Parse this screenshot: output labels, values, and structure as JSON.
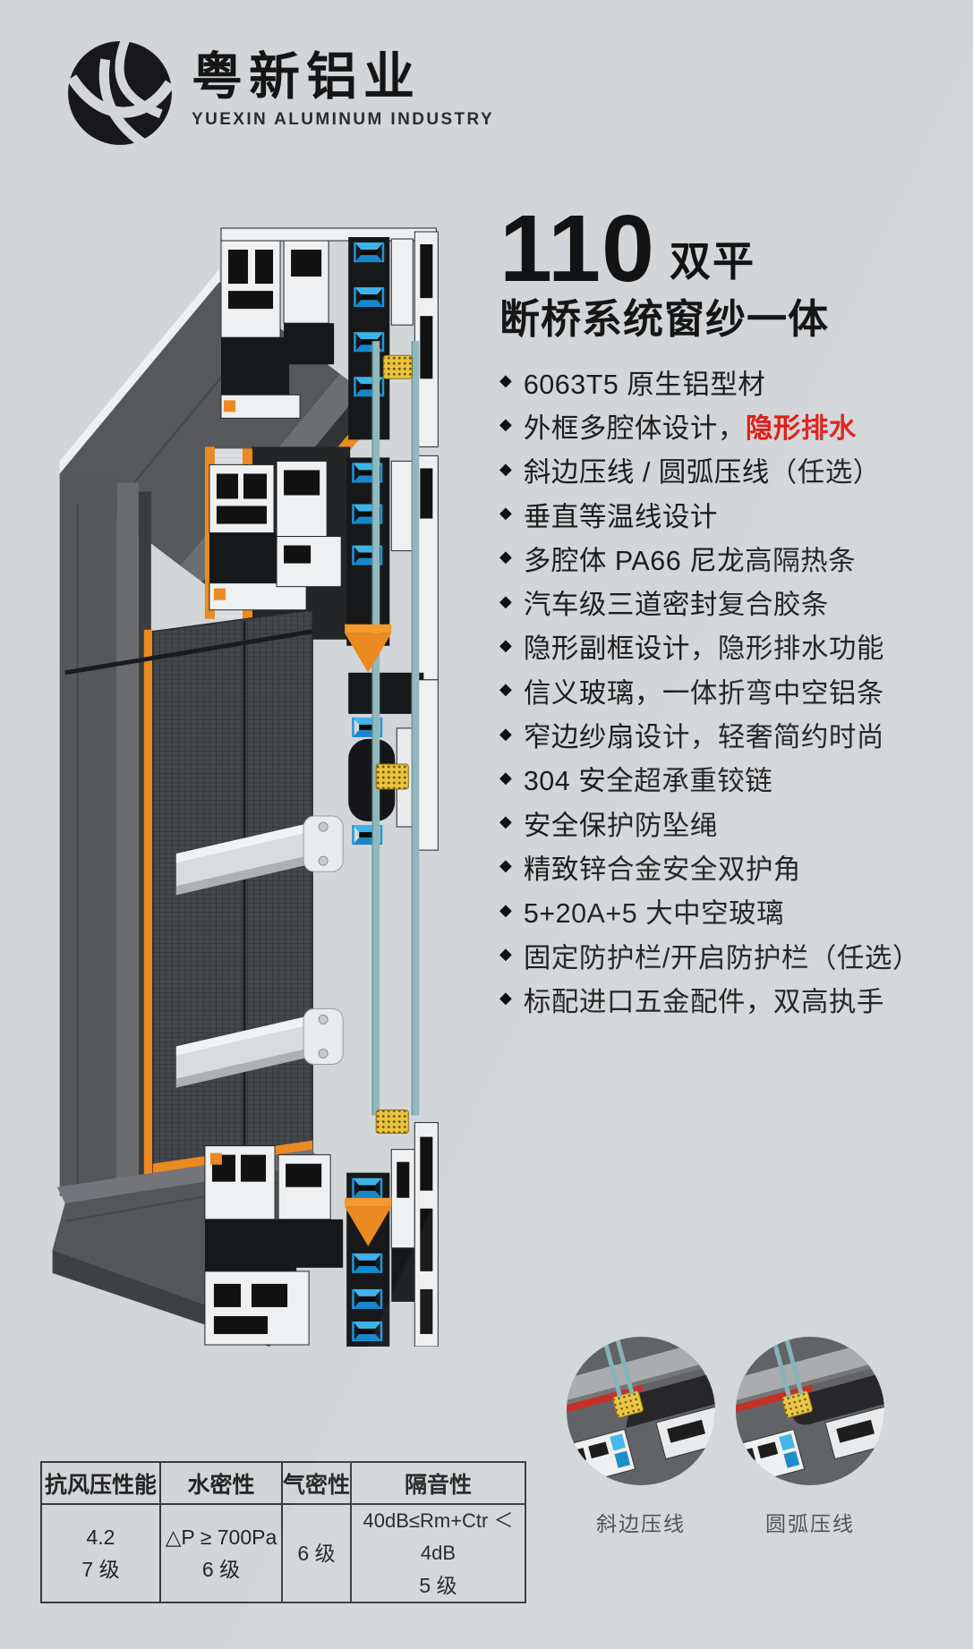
{
  "logo": {
    "name_cn": "粤新铝业",
    "name_en": "YUEXIN ALUMINUM INDUSTRY"
  },
  "product": {
    "model": "110",
    "model_suffix": "双平",
    "subtitle": "断桥系统窗纱一体"
  },
  "ui": {
    "bullet_glyph": "◆"
  },
  "features": [
    {
      "text": "6063T5 原生铝型材"
    },
    {
      "text": "外框多腔体设计，",
      "highlight": "隐形排水"
    },
    {
      "text": "斜边压线 / 圆弧压线（任选）"
    },
    {
      "text": "垂直等温线设计"
    },
    {
      "text": "多腔体 PA66 尼龙高隔热条"
    },
    {
      "text": "汽车级三道密封复合胶条"
    },
    {
      "text": "隐形副框设计，隐形排水功能"
    },
    {
      "text": "信义玻璃，一体折弯中空铝条"
    },
    {
      "text": "窄边纱扇设计，轻奢简约时尚"
    },
    {
      "text": "304 安全超承重铰链"
    },
    {
      "text": "安全保护防坠绳"
    },
    {
      "text": "精致锌合金安全双护角"
    },
    {
      "text": "5+20A+5 大中空玻璃"
    },
    {
      "text": "固定防护栏/开启防护栏（任选）"
    },
    {
      "text": "标配进口五金配件，双高执手"
    }
  ],
  "spec_table": {
    "headers": [
      "抗风压性能",
      "水密性",
      "气密性",
      "隔音性"
    ],
    "wind_value": "4.2",
    "wind_grade": "7 级",
    "water_value": "△P ≥ 700Pa",
    "water_grade": "6 级",
    "air_grade": "6 级",
    "sound_value": "40dB≤Rm+Ctr ＜ 4dB",
    "sound_grade": "5 级"
  },
  "details": {
    "left_label": "斜边压线",
    "right_label": "圆弧压线"
  },
  "colors": {
    "background": "#d3d6d8",
    "accent_red": "#dd1f18",
    "accent_orange": "#ea8a20",
    "thermal_blue": "#2fa8e0",
    "glass_teal": "#8fb9bb",
    "perforation_yellow": "#e9c43f",
    "frame_dark": "#55575a"
  }
}
